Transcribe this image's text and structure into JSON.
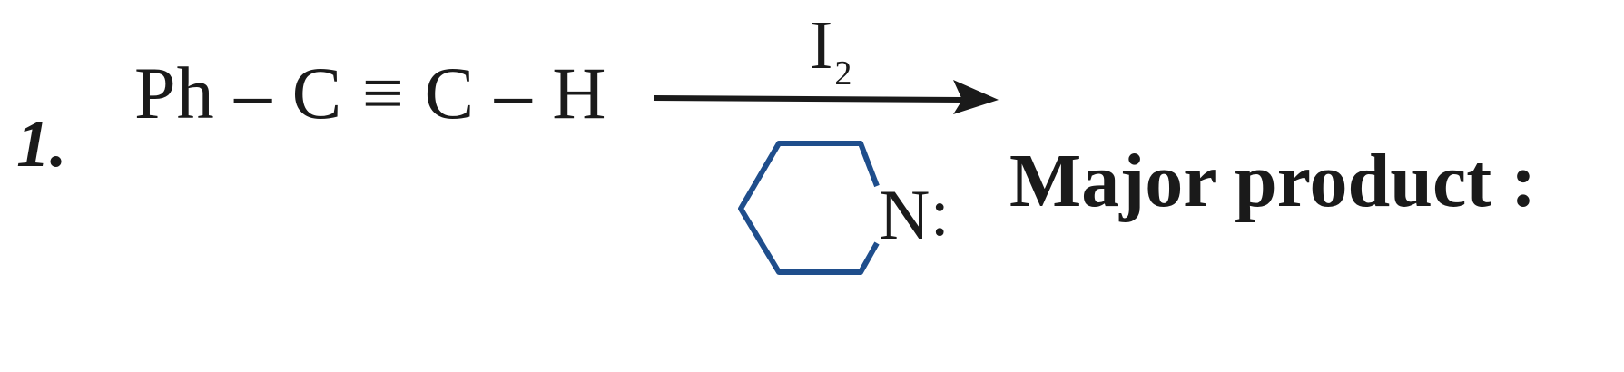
{
  "question": {
    "number": "1."
  },
  "reaction": {
    "reactant": "Ph – C ≡ C – H",
    "reagent_top_main": "I",
    "reagent_top_subscript": "2",
    "reagent_bottom_atom": "N",
    "reagent_bottom_lone_pair": ":",
    "result_label": "Major product :"
  },
  "colors": {
    "text": "#1a1a1a",
    "ring_stroke": "#1f4e8c",
    "arrow": "#1a1a1a"
  },
  "icons": {
    "arrow": "reaction-arrow-icon",
    "ring": "piperidine-ring-icon"
  }
}
